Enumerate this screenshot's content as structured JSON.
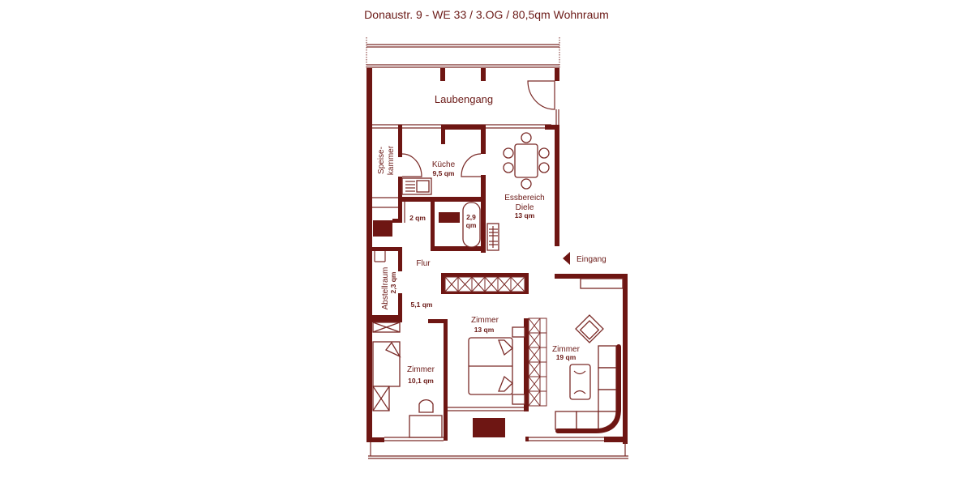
{
  "title": "Donaustr. 9 - WE 33 / 3.OG / 80,5qm Wohnraum",
  "colors": {
    "wall": "#6e1613",
    "text": "#6b1a17",
    "line": "#7a2a27"
  },
  "rooms": {
    "laubengang": {
      "name": "Laubengang"
    },
    "speisekammer": {
      "name1": "Speise-",
      "name2": "kammer"
    },
    "kueche": {
      "name": "Küche",
      "area": "9,5 qm"
    },
    "wc": {
      "area": "2 qm"
    },
    "bad": {
      "area1": "2,9",
      "area2": "qm"
    },
    "essbereich": {
      "name1": "Essbereich",
      "name2": "Diele",
      "area": "13 qm"
    },
    "eingang": {
      "label": "Eingang"
    },
    "flur": {
      "name": "Flur",
      "area": "5,1 qm"
    },
    "abstellraum": {
      "name": "Abstellraum",
      "area": "2,3 qm"
    },
    "zimmer_small": {
      "name": "Zimmer",
      "area": "10,1 qm"
    },
    "zimmer_bed": {
      "name": "Zimmer",
      "area": "13 qm"
    },
    "zimmer_living": {
      "name": "Zimmer",
      "area": "19 qm"
    }
  }
}
